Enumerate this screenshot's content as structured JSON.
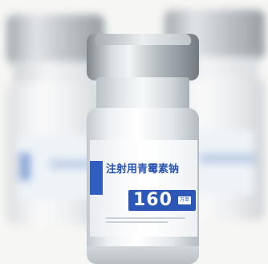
{
  "image": {
    "front_vial": {
      "label_name": "注射用青霉素钠",
      "dose_value": "160",
      "dose_unit": "万单位"
    },
    "colors": {
      "brand_blue": "#2c57b6",
      "cap_metal": "#bfc5ca",
      "background": "#f6f6f4"
    }
  }
}
